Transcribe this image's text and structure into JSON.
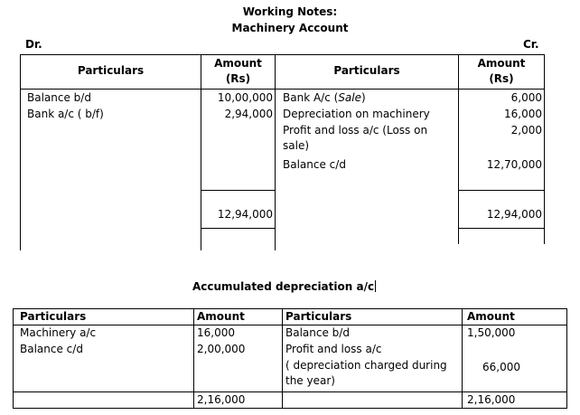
{
  "header": {
    "title": "Working Notes:",
    "subtitle": "Machinery Account",
    "dr": "Dr.",
    "cr": "Cr."
  },
  "machinery": {
    "columns": {
      "particulars_left": "Particulars",
      "amount_left_1": "Amount",
      "amount_left_2": "(Rs)",
      "particulars_right": "Particulars",
      "amount_right_1": "Amount",
      "amount_right_2": "(Rs)"
    },
    "debit": [
      {
        "particulars": "Balance b/d",
        "amount": "10,00,000"
      },
      {
        "particulars": "Bank a/c ( b/f)",
        "amount": "2,94,000"
      }
    ],
    "credit": [
      {
        "particulars_prefix": "Bank A/c (",
        "particulars_italic": "Sale",
        "particulars_suffix": ")",
        "amount": "6,000"
      },
      {
        "particulars": "Depreciation on machinery",
        "amount": "16,000"
      },
      {
        "particulars": "Profit and loss a/c (Loss on sale)",
        "amount": "2,000"
      },
      {
        "particulars": "Balance c/d",
        "amount": "12,70,000"
      }
    ],
    "total_left": "12,94,000",
    "total_right": "12,94,000"
  },
  "accumulated": {
    "title": "Accumulated depreciation a/c",
    "columns": {
      "particulars_left": "Particulars",
      "amount_left": "Amount",
      "particulars_right": "Particulars",
      "amount_right": "Amount"
    },
    "debit": [
      {
        "particulars": "Machinery a/c",
        "amount": "16,000"
      },
      {
        "particulars": "Balance c/d",
        "amount": "2,00,000"
      }
    ],
    "credit": [
      {
        "particulars": "Balance b/d",
        "amount": "1,50,000"
      },
      {
        "particulars": "Profit and loss a/c",
        "amount": ""
      },
      {
        "particulars": "( depreciation charged during the year)",
        "amount": "66,000"
      }
    ],
    "total_left": "2,16,000",
    "total_right": "2,16,000"
  }
}
